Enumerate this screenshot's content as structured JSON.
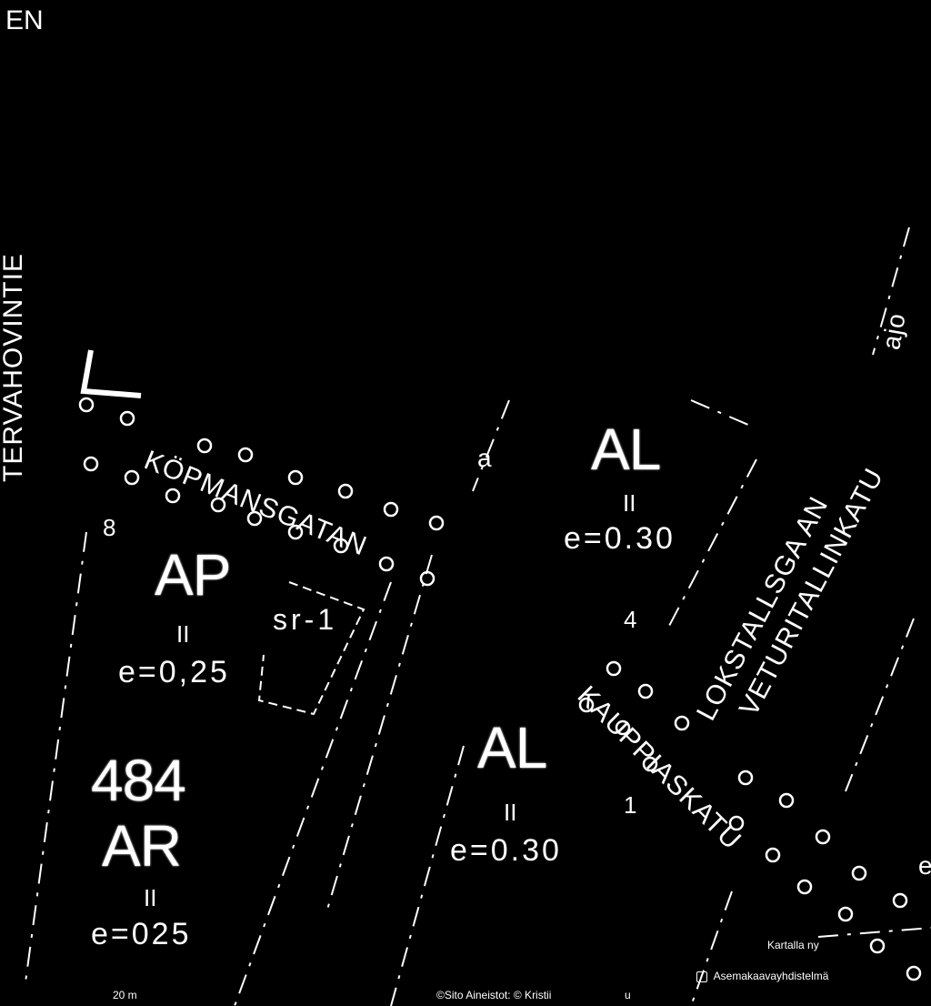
{
  "map": {
    "top_label": "EN",
    "streets": {
      "tervahovintie": "TERVAHOVINTIE",
      "kopmansgatan": "KÖPMANSGATAN",
      "lokstallsgatan": "LOKSTALLSGA AN",
      "veturitallinkatu": "VETURITALLINKATU",
      "kauppiaskatu": "KAUPPIASKATU",
      "ajo": "ajo"
    },
    "zones": [
      {
        "code": "AL",
        "separator": "II",
        "efficiency": "e=0.30"
      },
      {
        "code": "AP",
        "separator": "II",
        "efficiency": "e=0,25"
      },
      {
        "code": "AL",
        "separator": "II",
        "efficiency": "e=0.30"
      },
      {
        "code": "AR",
        "separator": "II",
        "efficiency": "e=025"
      }
    ],
    "block_number": "484",
    "plot_numbers": [
      "8",
      "4",
      "1"
    ],
    "markers": {
      "a": "a",
      "sr": "sr-1",
      "edge_e": "e"
    }
  },
  "scale_bar": {
    "label": "20 m"
  },
  "attribution": {
    "text": "©Sito Aineistot: © Kristii",
    "extra": "u"
  },
  "layers": {
    "title": "Kartalla ny",
    "items": [
      "Asemakaavayhdistelmä"
    ]
  },
  "colors": {
    "background": "#000000",
    "foreground": "#ffffff"
  }
}
